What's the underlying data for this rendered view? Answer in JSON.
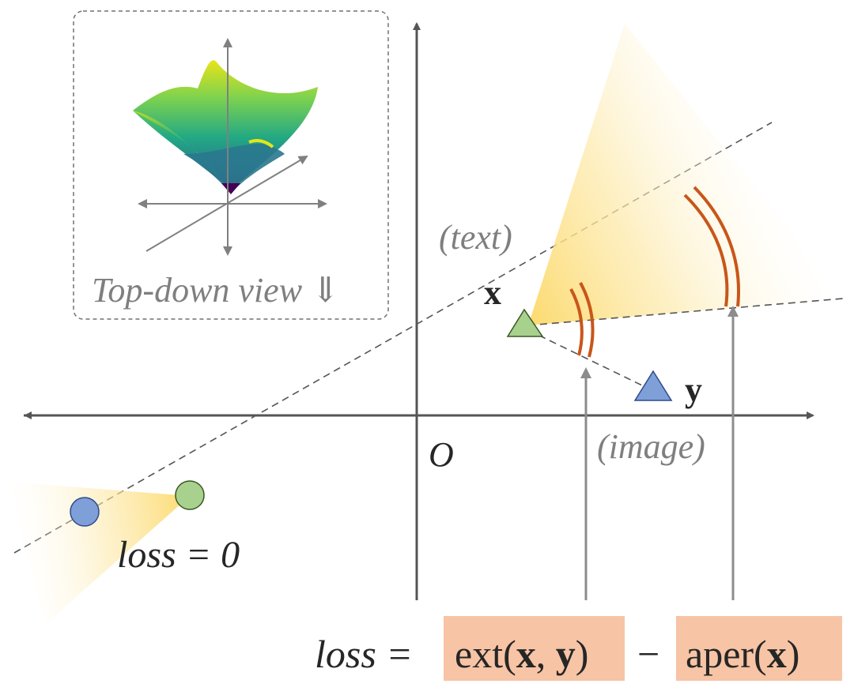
{
  "labels": {
    "origin": "O",
    "text_axis": "(text)",
    "image_axis": "(image)",
    "x_point": "x",
    "y_point": "y",
    "loss_zero": "loss = 0",
    "inset_caption": "Top-down view ⇓"
  },
  "formula": {
    "lhs": "loss =",
    "term1_prefix": "ext(",
    "term1_x": "x",
    "term1_sep": ", ",
    "term1_y": "y",
    "term1_suffix": ")",
    "minus": "−",
    "term2_prefix": "aper(",
    "term2_x": "x",
    "term2_suffix": ")"
  },
  "colors": {
    "axis": "#555555",
    "cone": "#fde7a0",
    "arc": "#c8561a",
    "box": "#f7c4a5",
    "green": "#a9d18e",
    "blue": "#7f9fd9"
  }
}
